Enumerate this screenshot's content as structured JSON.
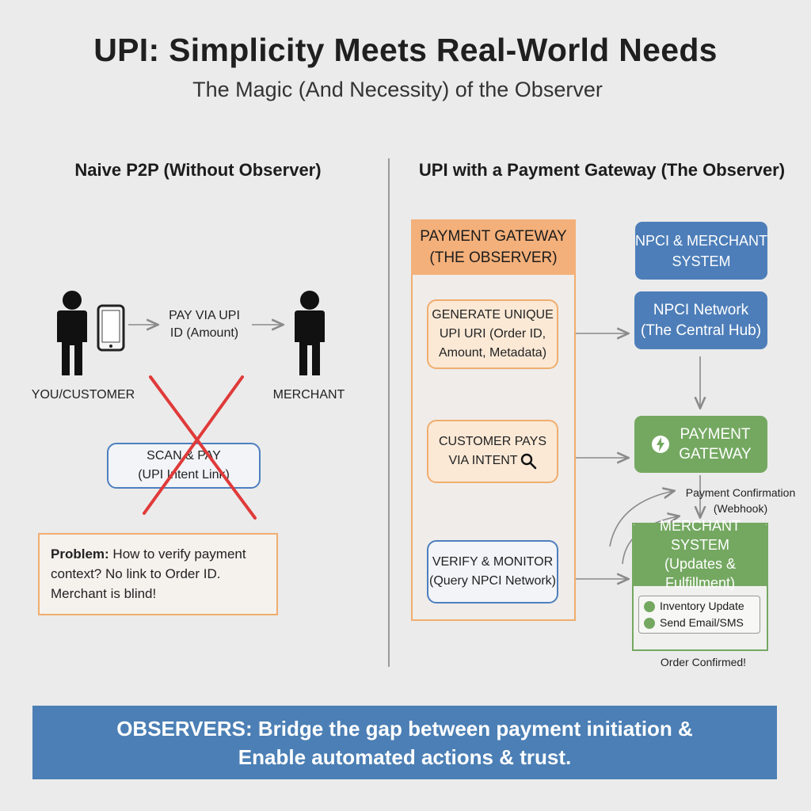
{
  "title": "UPI: Simplicity Meets Real-World Needs",
  "subtitle": "The Magic (And Necessity) of the Observer",
  "left": {
    "heading": "Naive P2P (Without Observer)",
    "pay_label_1": "PAY VIA UPI",
    "pay_label_2": "ID (Amount)",
    "customer_label": "YOU/CUSTOMER",
    "merchant_label": "MERCHANT",
    "scan_line_1": "SCAN & PAY",
    "scan_line_2": "(UPI Intent Link)",
    "problem_bold": "Problem:",
    "problem_text_1": " How to verify payment",
    "problem_text_2": "context? No link to Order ID.",
    "problem_text_3": "Merchant is blind!"
  },
  "right": {
    "heading": "UPI with a Payment Gateway (The Observer)",
    "gateway_head_1": "PAYMENT GATEWAY",
    "gateway_head_2": "(THE OBSERVER)",
    "step1_1": "GENERATE UNIQUE",
    "step1_2": "UPI URI (Order ID,",
    "step1_3": "Amount, Metadata)",
    "step2_1": "CUSTOMER PAYS",
    "step2_2": "VIA INTENT",
    "step3_1": "VERIFY & MONITOR",
    "step3_2": "(Query NPCI Network)",
    "npci_merchant_1": "NPCI & MERCHANT",
    "npci_merchant_2": "SYSTEM",
    "npci_net_1": "NPCI Network",
    "npci_net_2": "(The Central Hub)",
    "pg_1": "PAYMENT",
    "pg_2": "GATEWAY",
    "confirm_1": "Payment Confirmation",
    "confirm_2": "(Webhook)",
    "merchant_sys_1": "MERCHANT SYSTEM",
    "merchant_sys_2": "(Updates &",
    "merchant_sys_3": "Fulfillment)",
    "inventory": "Inventory Update",
    "email": "Send Email/SMS",
    "order_confirmed": "Order Confirmed!"
  },
  "banner": {
    "line_1": "OBSERVERS: Bridge the gap between payment initiation &",
    "line_2": "Enable automated actions & trust."
  },
  "colors": {
    "orange_border": "#f0ad6e",
    "orange_fill": "#f4b07a",
    "blue": "#4d7eb9",
    "green": "#74a861",
    "cross_red": "#e03a3a"
  }
}
